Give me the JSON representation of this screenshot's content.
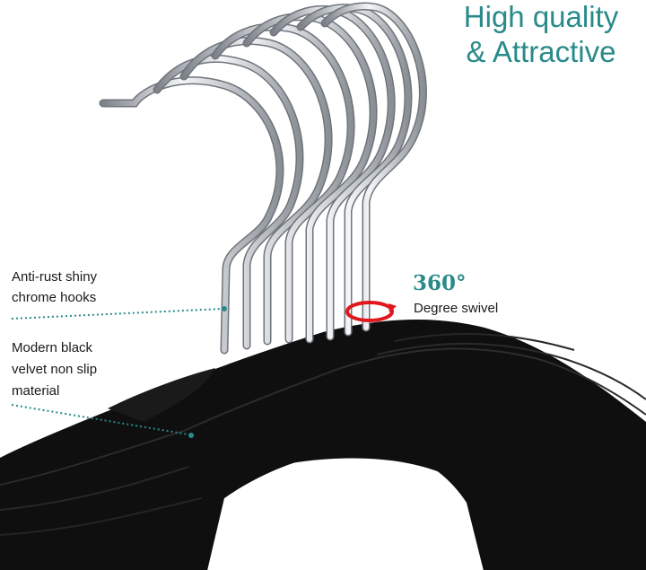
{
  "headline": {
    "line1": "High quality",
    "line2": "& Attractive"
  },
  "callouts": {
    "hooks": {
      "line1": "Anti-rust shiny",
      "line2": "chrome hooks"
    },
    "velvet": {
      "line1": "Modern black",
      "line2": "velvet non slip",
      "line3": "material"
    },
    "swivel": {
      "degree": "360°",
      "text": "Degree swivel"
    }
  },
  "colors": {
    "accent": "#2a8a8a",
    "text": "#1a1a1a",
    "velvet": "#0f0f0f",
    "chrome": "#c8ccd2",
    "swivel_ring": "#e0171c"
  },
  "icons": {
    "swivel": "rotation-arrow-icon"
  }
}
